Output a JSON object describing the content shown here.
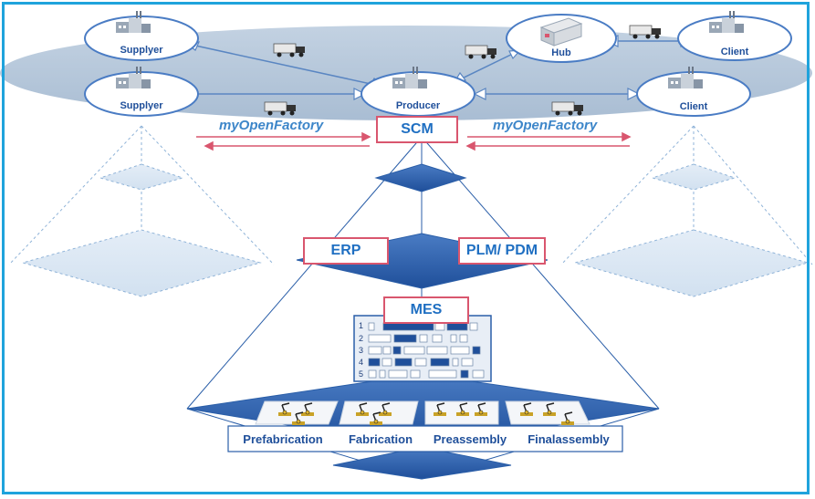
{
  "network": {
    "nodes": [
      {
        "id": "supplier-top",
        "label": "Supplyer"
      },
      {
        "id": "supplier-bottom",
        "label": "Supplyer"
      },
      {
        "id": "producer",
        "label": "Producer"
      },
      {
        "id": "hub",
        "label": "Hub"
      },
      {
        "id": "client-top",
        "label": "Client"
      },
      {
        "id": "client-bottom",
        "label": "Client"
      }
    ]
  },
  "link_labels": {
    "left": "myOpenFactory",
    "right": "myOpenFactory"
  },
  "layers": {
    "scm": "SCM",
    "erp": "ERP",
    "plm": "PLM/ PDM",
    "mes": "MES"
  },
  "schedule_rows": [
    "1",
    "2",
    "3",
    "4",
    "5"
  ],
  "stages": [
    "Prefabrication",
    "Fabrication",
    "Preassembly",
    "Finalassembly"
  ],
  "colors": {
    "frame": "#1fa3dc",
    "accent_box": "#d9566e",
    "pyramid": "#2a5ea8",
    "network_band": "#b8c9dc"
  }
}
